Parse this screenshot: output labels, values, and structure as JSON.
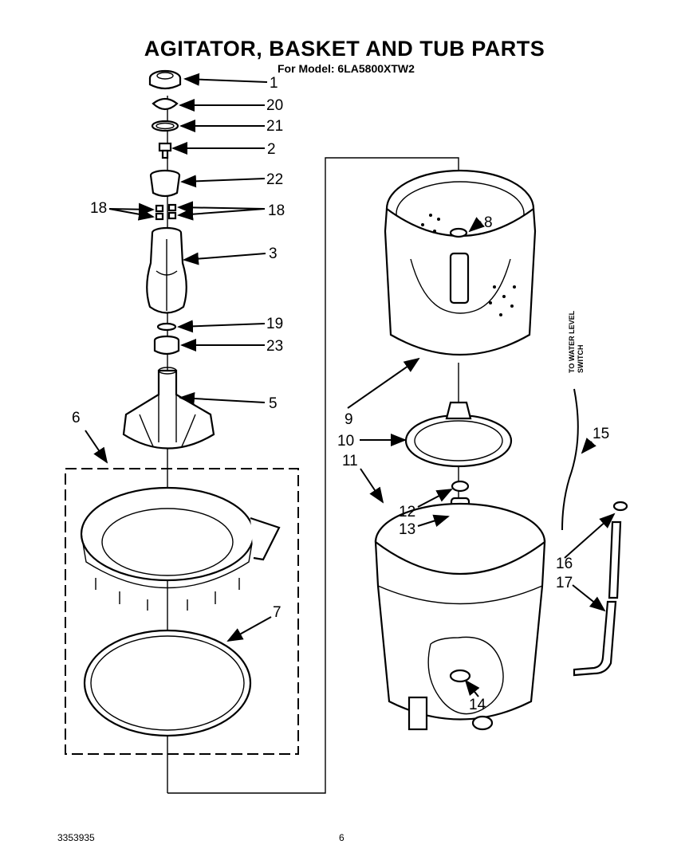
{
  "header": {
    "title": "AGITATOR, BASKET AND TUB PARTS",
    "model_line": "For Model: 6LA5800XTW2"
  },
  "footer": {
    "doc_number": "3353935",
    "page_number": "6"
  },
  "annotation": {
    "water_level_line1": "TO WATER LEVEL",
    "water_level_line2": "SWITCH"
  },
  "callouts": {
    "c1": "1",
    "c20": "20",
    "c21": "21",
    "c2": "2",
    "c22": "22",
    "c18a": "18",
    "c18b": "18",
    "c3": "3",
    "c19": "19",
    "c23": "23",
    "c5": "5",
    "c6": "6",
    "c7": "7",
    "c8": "8",
    "c9": "9",
    "c10": "10",
    "c11": "11",
    "c12": "12",
    "c13": "13",
    "c14": "14",
    "c15": "15",
    "c16": "16",
    "c17": "17"
  }
}
